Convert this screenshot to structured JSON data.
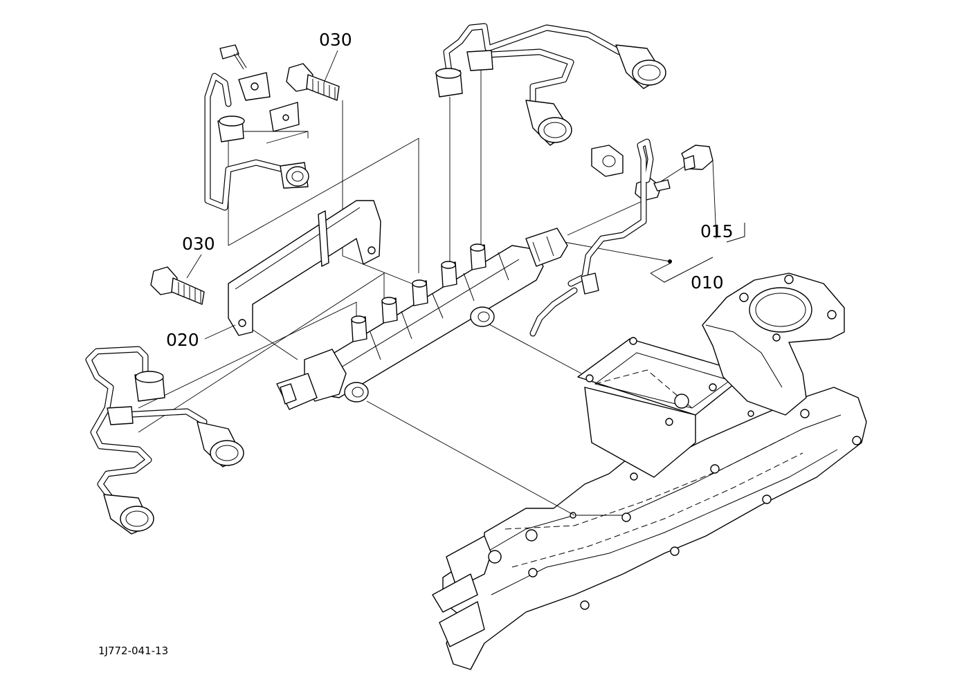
{
  "callouts": {
    "bolt_top": "030",
    "bolt_left": "030",
    "bracket": "020",
    "fitting": "015",
    "rail_assembly": "010"
  },
  "drawing_code": "1J772-041-13"
}
